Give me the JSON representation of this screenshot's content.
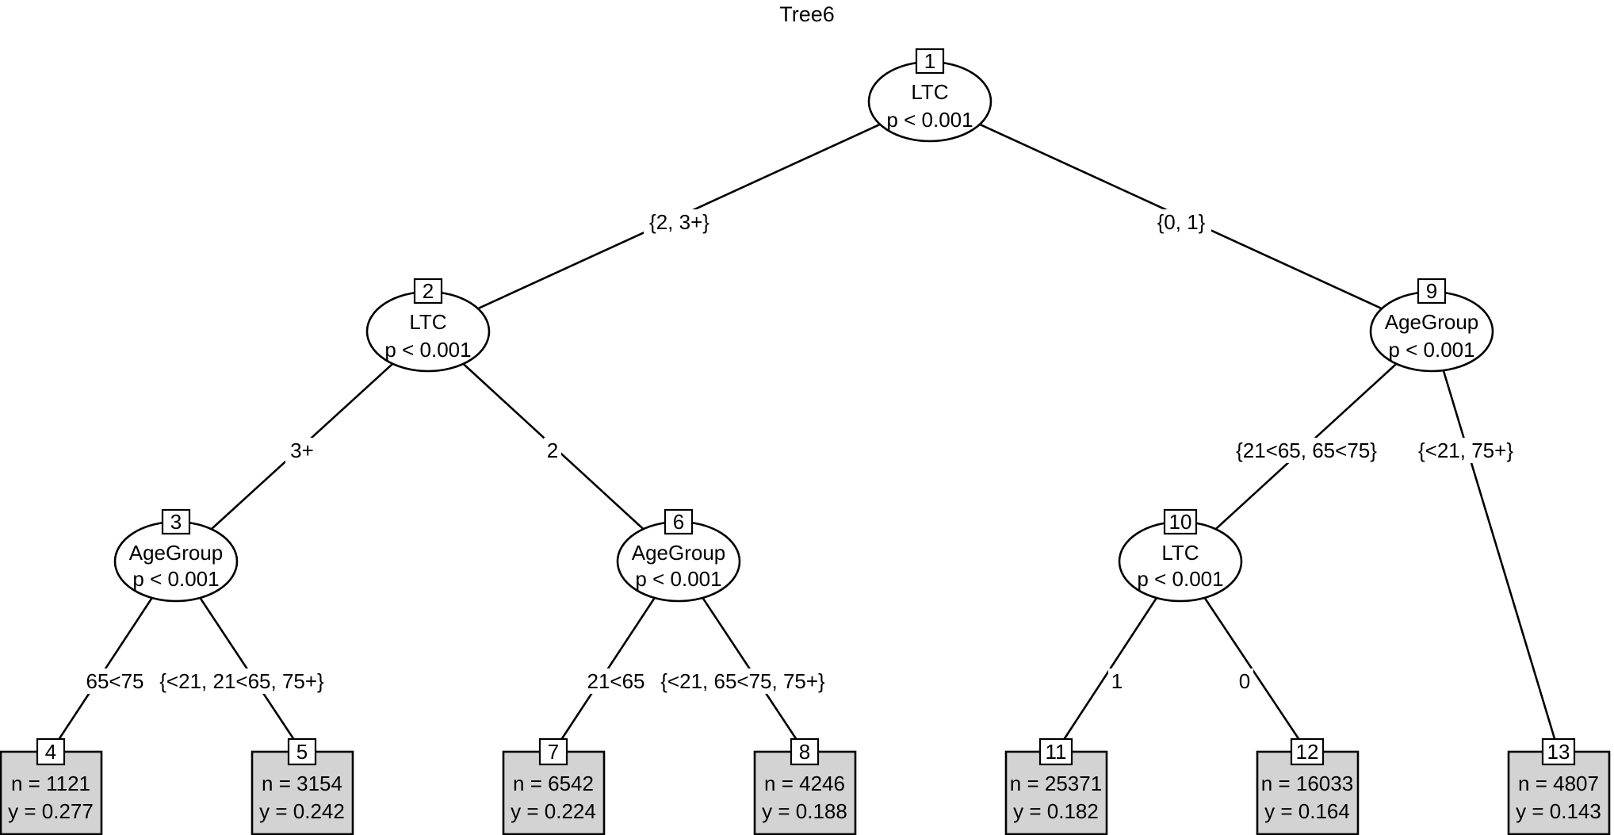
{
  "title": "Tree6",
  "inner_nodes": [
    {
      "id": "1",
      "variable": "LTC",
      "p": "p < 0.001"
    },
    {
      "id": "2",
      "variable": "LTC",
      "p": "p < 0.001"
    },
    {
      "id": "3",
      "variable": "AgeGroup",
      "p": "p < 0.001"
    },
    {
      "id": "6",
      "variable": "AgeGroup",
      "p": "p < 0.001"
    },
    {
      "id": "9",
      "variable": "AgeGroup",
      "p": "p < 0.001"
    },
    {
      "id": "10",
      "variable": "LTC",
      "p": "p < 0.001"
    }
  ],
  "leaves": [
    {
      "id": "4",
      "n": "n = 1121",
      "y": "y = 0.277"
    },
    {
      "id": "5",
      "n": "n = 3154",
      "y": "y = 0.242"
    },
    {
      "id": "7",
      "n": "n = 6542",
      "y": "y = 0.224"
    },
    {
      "id": "8",
      "n": "n = 4246",
      "y": "y = 0.188"
    },
    {
      "id": "11",
      "n": "n = 25371",
      "y": "y = 0.182"
    },
    {
      "id": "12",
      "n": "n = 16033",
      "y": "y = 0.164"
    },
    {
      "id": "13",
      "n": "n = 4807",
      "y": "y = 0.143"
    }
  ],
  "edges": [
    {
      "from": "1",
      "to": "2",
      "label": "{2, 3+}"
    },
    {
      "from": "1",
      "to": "9",
      "label": "{0, 1}"
    },
    {
      "from": "2",
      "to": "3",
      "label": "3+"
    },
    {
      "from": "2",
      "to": "6",
      "label": "2"
    },
    {
      "from": "3",
      "to": "4",
      "label": "65<75"
    },
    {
      "from": "3",
      "to": "5",
      "label": "{<21, 21<65, 75+}"
    },
    {
      "from": "6",
      "to": "7",
      "label": "21<65"
    },
    {
      "from": "6",
      "to": "8",
      "label": "{<21, 65<75, 75+}"
    },
    {
      "from": "9",
      "to": "10",
      "label": "{21<65, 65<75}"
    },
    {
      "from": "9",
      "to": "13",
      "label": "{<21, 75+}"
    },
    {
      "from": "10",
      "to": "11",
      "label": "1"
    },
    {
      "from": "10",
      "to": "12",
      "label": "0"
    }
  ]
}
